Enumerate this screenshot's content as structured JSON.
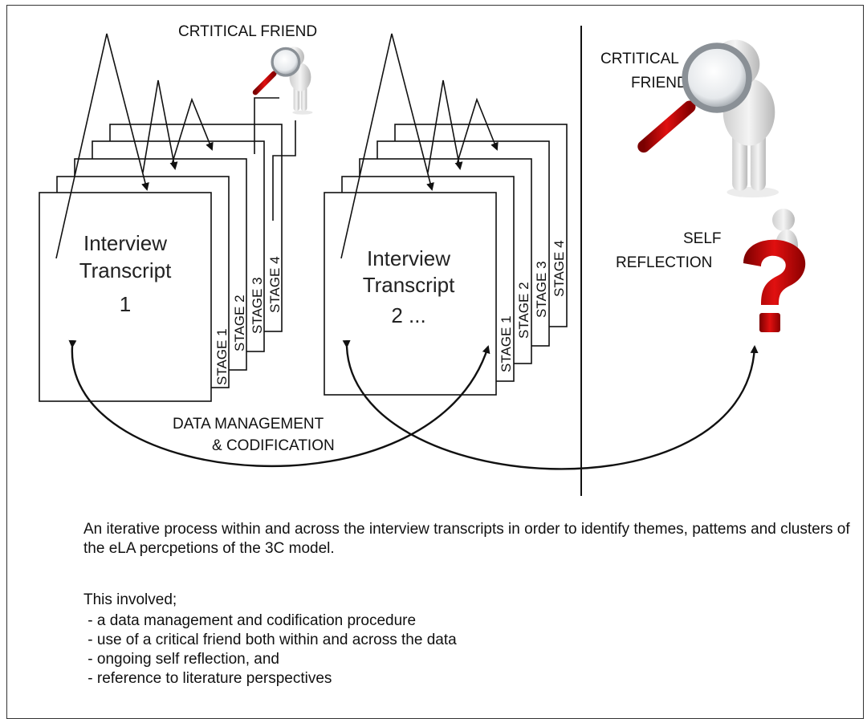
{
  "labels": {
    "critical_friend_top": "CRTITICAL FRIEND",
    "critical_friend_right_1": "CRTITICAL",
    "critical_friend_right_2": "FRIEND",
    "self_reflection_1": "SELF",
    "self_reflection_2": "REFLECTION",
    "data_mgmt_1": "DATA MANAGEMENT",
    "data_mgmt_2": "& CODIFICATION"
  },
  "transcripts": [
    {
      "line1": "Interview",
      "line2": "Transcript",
      "line3": "1"
    },
    {
      "line1": "Interview",
      "line2": "Transcript",
      "line3": "2 ..."
    }
  ],
  "stages": [
    "STAGE 1",
    "STAGE 2",
    "STAGE 3",
    "STAGE 4"
  ],
  "caption": {
    "intro": "An iterative process within and across the interview transcripts in order to identify themes, pattems and clusters of the eLA percpetions of the 3C model.",
    "involved": "This involved;",
    "items": [
      " - a data management and codification procedure",
      " - use of a critical friend both within and across the data",
      " - ongoing self reflection, and",
      " - reference to literature perspectives"
    ]
  },
  "icons": [
    "magnifier-figure-icon",
    "question-mark-figure-icon"
  ]
}
